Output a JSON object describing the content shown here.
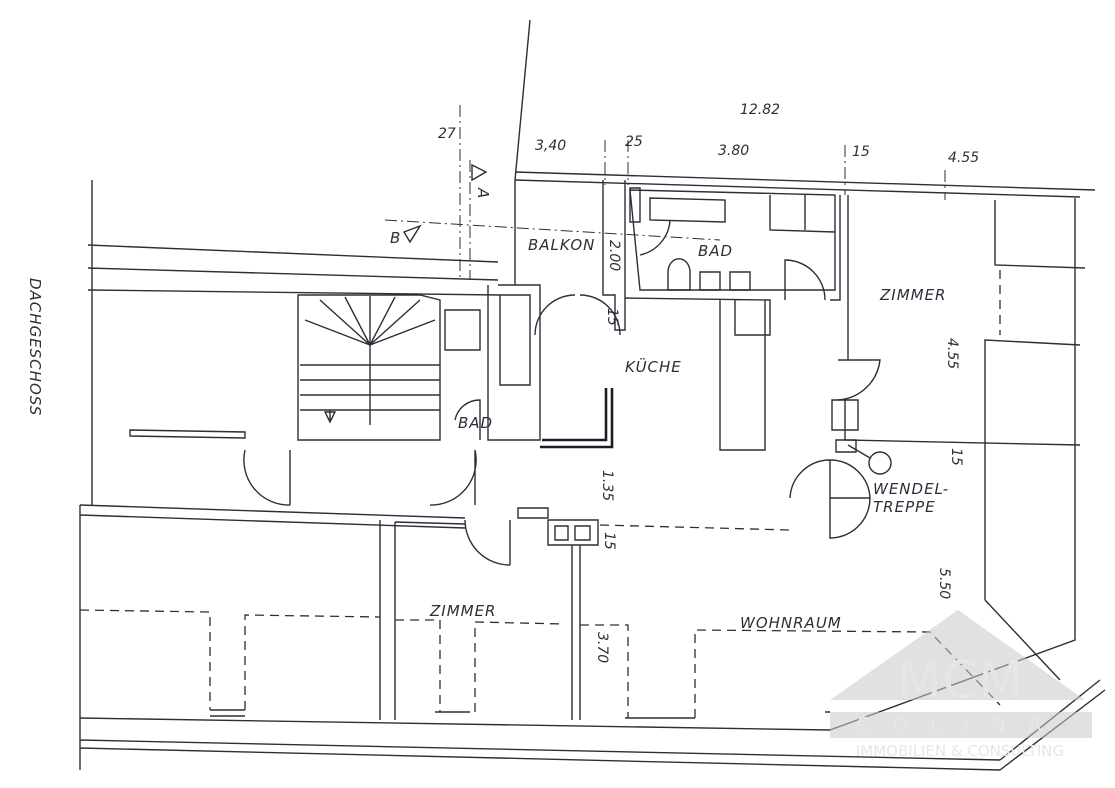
{
  "title": "DACHGESCHOSS",
  "rooms": {
    "balkon": "BALKON",
    "bad_top": "BAD",
    "zimmer_right": "ZIMMER",
    "kueche": "KÜCHE",
    "bad_left": "BAD",
    "wendeltreppe_1": "WENDEL-",
    "wendeltreppe_2": "TREPPE",
    "zimmer_bottom": "ZIMMER",
    "wohnraum": "WOHNRAUM"
  },
  "dimensions": {
    "total": "12.82",
    "d1": "3,40",
    "d2": "25",
    "d3": "3.80",
    "d4": "15",
    "d5": "4.55",
    "d6": "27",
    "balkon_depth": "2.00",
    "zimmer_depth": "4.55",
    "kueche_wall": "15",
    "hall": "1.35",
    "hall_wall": "15",
    "zimmer_right_wall": "15",
    "wohnraum_depth": "5.50",
    "zimmer_bottom_depth": "3.70"
  },
  "section_markers": {
    "a": "A",
    "b": "B"
  },
  "watermark": {
    "logo": "MCM",
    "name": "COLINA",
    "tagline": "IMMOBILIEN & CONSULTING"
  }
}
